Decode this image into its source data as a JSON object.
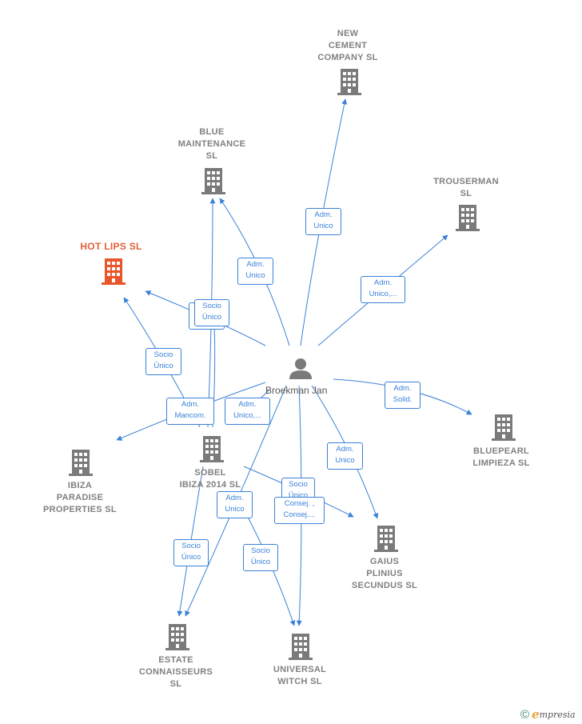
{
  "colors": {
    "edge": "#3a82d8",
    "company": "#7a7a7a",
    "highlight": "#e8562a",
    "person": "#7a7a7a"
  },
  "person": {
    "label": "Broekman Jan"
  },
  "companies": [
    {
      "id": "new-cement",
      "label": "NEW\nCEMENT\nCOMPANY  SL",
      "highlight": false
    },
    {
      "id": "blue-maintenance",
      "label": "BLUE\nMAINTENANCE\nSL",
      "highlight": false
    },
    {
      "id": "trouserman",
      "label": "TROUSERMAN\nSL",
      "highlight": false
    },
    {
      "id": "hot-lips",
      "label": "HOT LIPS  SL",
      "highlight": true
    },
    {
      "id": "bluepearl",
      "label": "BLUEPEARL\nLIMPIEZA  SL",
      "highlight": false
    },
    {
      "id": "sobel",
      "label": "SOBEL\nIBIZA 2014  SL",
      "highlight": false
    },
    {
      "id": "ibiza-paradise",
      "label": "IBIZA\nPARADISE\nPROPERTIES SL",
      "highlight": false
    },
    {
      "id": "gaius",
      "label": "GAIUS\nPLINIUS\nSECUNDUS  SL",
      "highlight": false
    },
    {
      "id": "estate",
      "label": "ESTATE\nCONNAISSEURS\nSL",
      "highlight": false
    },
    {
      "id": "universal",
      "label": "UNIVERSAL\nWITCH  SL",
      "highlight": false
    }
  ],
  "edge_labels": [
    {
      "id": "el-new-cement",
      "text": "Adm.\nUnico"
    },
    {
      "id": "el-blue-maint",
      "text": "Adm.\nUnico"
    },
    {
      "id": "el-trouserman",
      "text": "Adm.\nUnico,..."
    },
    {
      "id": "el-hotlips-back",
      "text": ""
    },
    {
      "id": "el-socio-unico-1",
      "text": "Socio\nÚnico"
    },
    {
      "id": "el-socio-unico-2",
      "text": "Socio\nÚnico"
    },
    {
      "id": "el-bluepearl",
      "text": "Adm.\nSolid."
    },
    {
      "id": "el-adm-mancom",
      "text": "Adm.\nMancom."
    },
    {
      "id": "el-adm-unico-sobel",
      "text": "Adm.\nUnico,..."
    },
    {
      "id": "el-gaius",
      "text": "Adm.\nUnico"
    },
    {
      "id": "el-socio-unico-3",
      "text": "Socio\nÚnico"
    },
    {
      "id": "el-consej",
      "text": "Consej. ,\nConsej...."
    },
    {
      "id": "el-adm-unico-estate",
      "text": "Adm.\nUnico"
    },
    {
      "id": "el-socio-unico-estate",
      "text": "Socio\nÚnico"
    },
    {
      "id": "el-socio-unico-universal",
      "text": "Socio\nÚnico"
    }
  ],
  "footer": {
    "copyright": "©",
    "brand_initial": "e",
    "brand_rest": "mpresia"
  }
}
